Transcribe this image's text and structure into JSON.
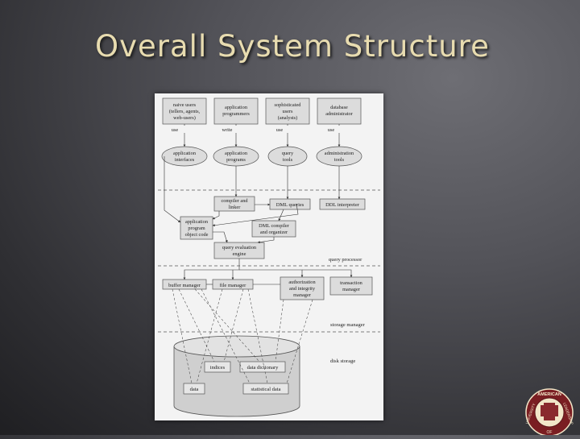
{
  "slide": {
    "title": "Overall System Structure"
  },
  "diagram": {
    "users": [
      [
        "naive users",
        "(tellers, agents,",
        "web-users)"
      ],
      [
        "application",
        "programmers"
      ],
      [
        "sophisticated",
        "users",
        "(analysts)"
      ],
      [
        "database",
        "administrator"
      ]
    ],
    "actions": [
      "use",
      "write",
      "use",
      "use"
    ],
    "tools": [
      [
        "application",
        "interfaces"
      ],
      [
        "application",
        "programs"
      ],
      [
        "query",
        "tools"
      ],
      [
        "administration",
        "tools"
      ]
    ],
    "compiler_linker": [
      "compiler and",
      "linker"
    ],
    "dml_queries": "DML queries",
    "ddl_interpreter": "DDL interpreter",
    "app_object_code": [
      "application",
      "program",
      "object code"
    ],
    "dml_compiler": [
      "DML compiler",
      "and organizer"
    ],
    "query_engine": [
      "query evaluation",
      "engine"
    ],
    "query_processor": "query processor",
    "buffer_manager": "buffer manager",
    "file_manager": "file manager",
    "auth_manager": [
      "authorization",
      "and integrity",
      "manager"
    ],
    "transaction_manager": [
      "transaction",
      "manager"
    ],
    "storage_manager": "storage manager",
    "indices": "indices",
    "data_dictionary": "data dictionary",
    "data": "data",
    "statistical_data": "statistical data",
    "disk_storage": "disk storage"
  },
  "logo": {
    "text_top": "AMERICAN",
    "text_left": "UNIVERSITY",
    "text_right": "LEADERSHIP",
    "text_bottom": "OF"
  }
}
